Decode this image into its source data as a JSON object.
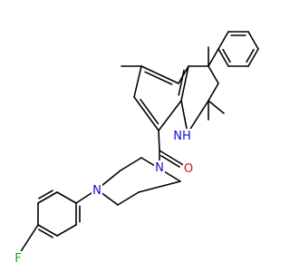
{
  "molecule": {
    "atoms": {
      "N1": "N",
      "N2": "N",
      "O": "O",
      "F": "F",
      "NH": "NH"
    }
  },
  "colors": {
    "bond": "#000000",
    "N": "#1010d0",
    "O": "#d01010",
    "F": "#20a020",
    "background": "#ffffff"
  }
}
